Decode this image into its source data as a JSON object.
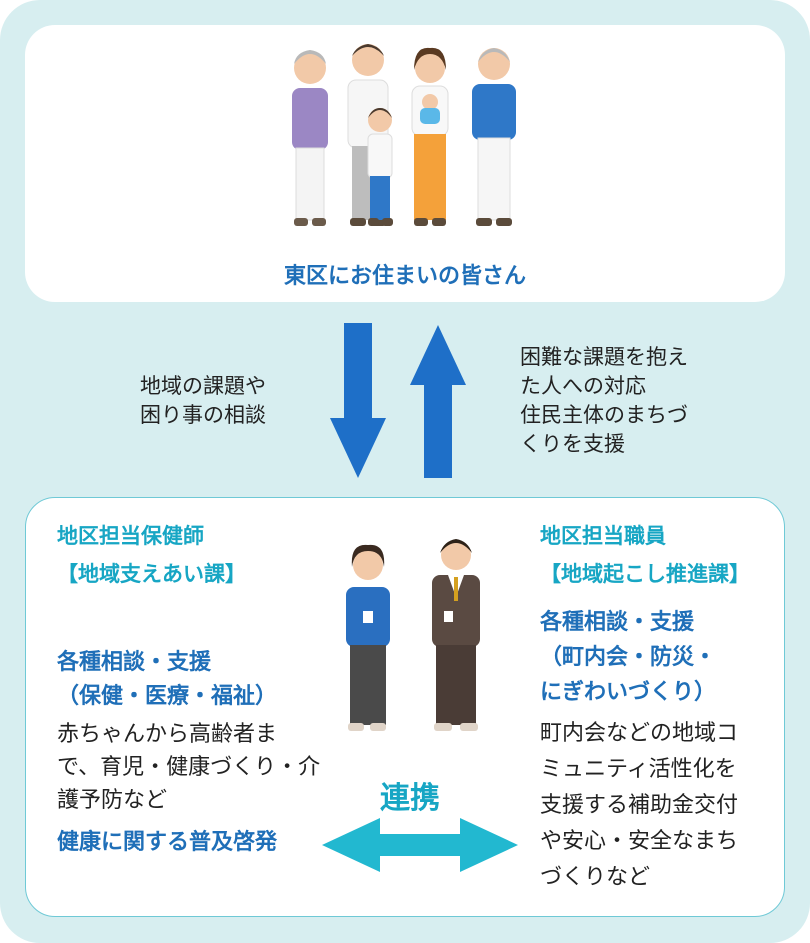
{
  "residents": {
    "label": "東区にお住まいの皆さん"
  },
  "arrows": {
    "left_text": [
      "地域の課題や",
      "困り事の相談"
    ],
    "right_text": [
      "困難な課題を抱え",
      "た人への対応",
      "住民主体のまちづ",
      "くりを支援"
    ]
  },
  "left": {
    "title": "地区担当保健師",
    "dept": "【地域支えあい課】",
    "heading1": "各種相談・支援",
    "heading2": "（保健・医療・福祉）",
    "body": [
      "赤ちゃんから高齢者ま",
      "で、育児・健康づくり・介",
      "護予防など"
    ],
    "emphasis": "健康に関する普及啓発"
  },
  "right": {
    "title": "地区担当職員",
    "dept": "【地域起こし推進課】",
    "heading1": "各種相談・支援",
    "heading2": "（町内会・防災・",
    "heading3": "にぎわいづくり）",
    "body": [
      "町内会などの地域コ",
      "ミュニティ活性化を",
      "支援する補助金交付",
      "や安心・安全なまち",
      "づくりなど"
    ]
  },
  "cooperation": {
    "label": "連携"
  },
  "colors": {
    "teal": "#17a6c4",
    "blue": "#1f6fb8",
    "frame": "#d7eef0",
    "arrow_blue": "#1e6fc8",
    "arrow_cyan": "#22b8d0"
  }
}
